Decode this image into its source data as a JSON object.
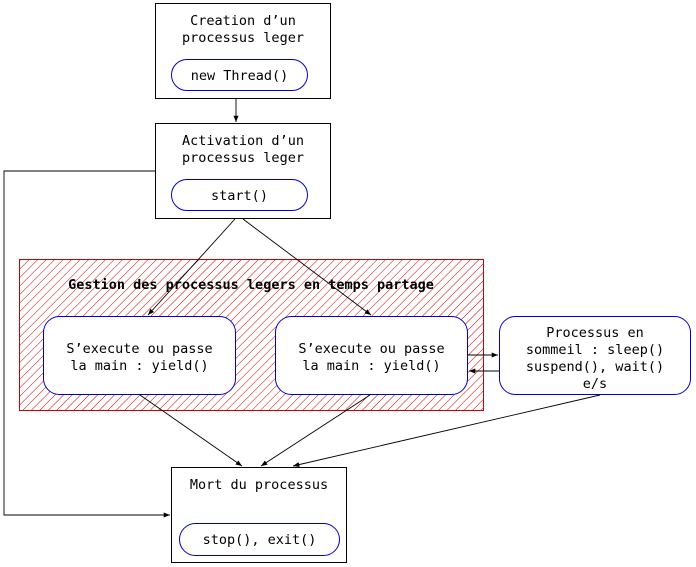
{
  "nodes": {
    "creation": {
      "title": [
        "Creation d’un",
        "processus leger"
      ],
      "method": "new Thread()"
    },
    "activation": {
      "title": [
        "Activation d’un",
        "processus leger"
      ],
      "method": "start()"
    },
    "timeshare": {
      "title": "Gestion des processus legers en temps partage"
    },
    "exec_left": {
      "lines": [
        "S’execute ou passe",
        "la main : yield()"
      ]
    },
    "exec_right": {
      "lines": [
        "S’execute ou passe",
        "la main : yield()"
      ]
    },
    "sleep": {
      "lines": [
        "Processus en",
        "sommeil : sleep()",
        "suspend(), wait()",
        "e/s"
      ]
    },
    "death": {
      "title": "Mort du processus",
      "method": "stop(), exit()"
    }
  },
  "colors": {
    "stroke": "#000000",
    "pill": "#0000cc",
    "hatch": "#cc0000"
  }
}
